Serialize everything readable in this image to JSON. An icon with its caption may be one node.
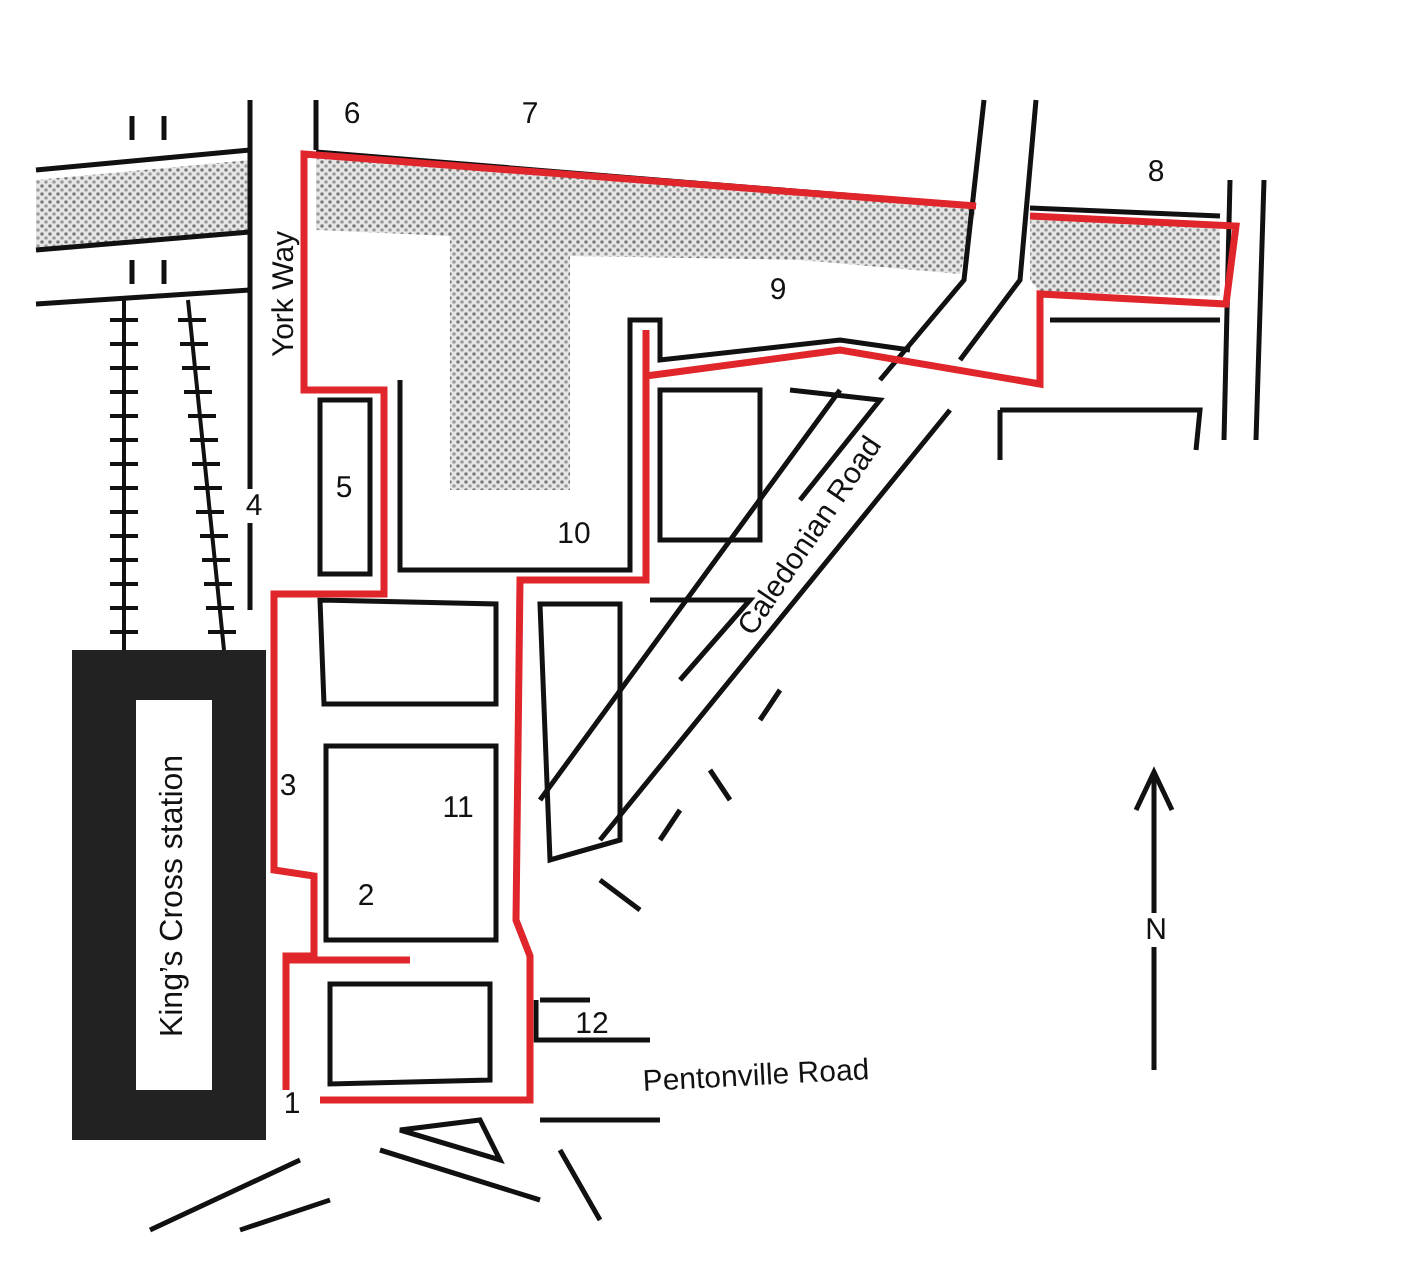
{
  "diagram": {
    "nodes": [
      {
        "text": [
          "King’s Cross station"
        ]
      }
    ],
    "labels": [
      "6",
      "7",
      "8",
      "9",
      "York Way",
      "5",
      "4",
      "10",
      "Caledonian Road",
      "3",
      "11",
      "2",
      "12",
      "Pentonville Road",
      "1",
      "N"
    ]
  }
}
